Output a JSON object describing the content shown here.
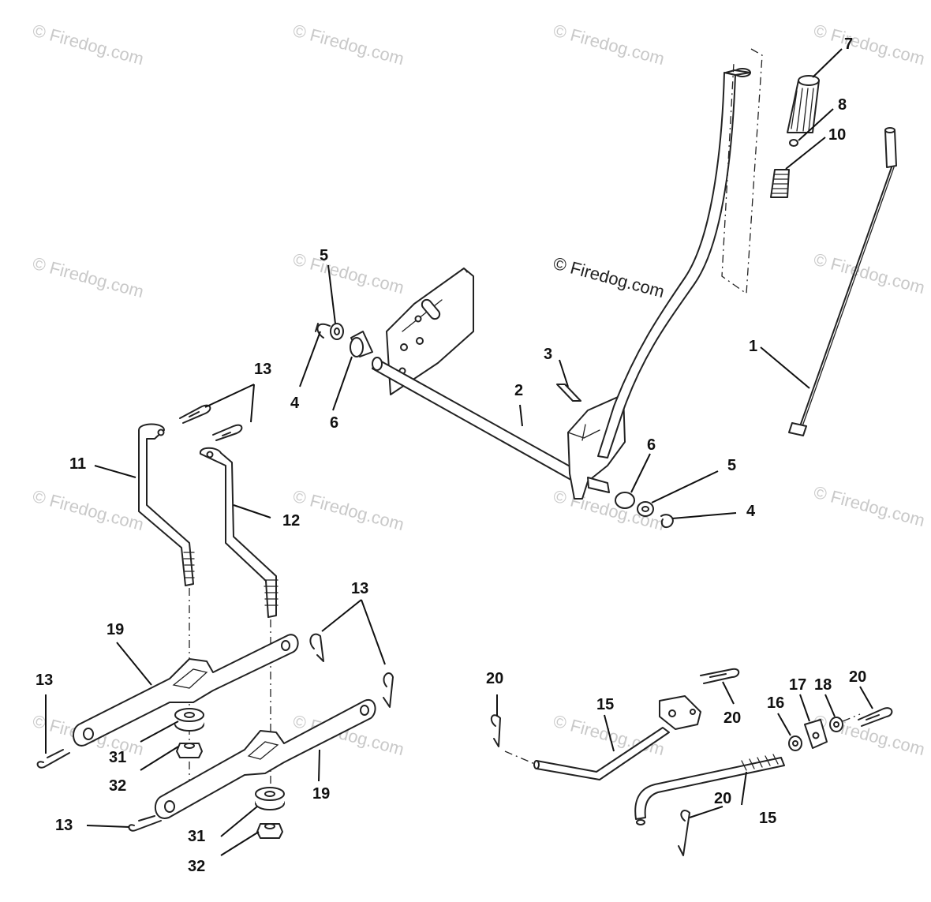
{
  "watermarks": {
    "faint": "© Firedog.com",
    "center": "© Firedog.com"
  },
  "callouts": {
    "c1": "1",
    "c2": "2",
    "c3": "3",
    "c4a": "4",
    "c4b": "4",
    "c5a": "5",
    "c5b": "5",
    "c6a": "6",
    "c6b": "6",
    "c7": "7",
    "c8": "8",
    "c10": "10",
    "c11": "11",
    "c12": "12",
    "c13a": "13",
    "c13b": "13",
    "c13c": "13",
    "c13d": "13",
    "c15a": "15",
    "c15b": "15",
    "c16": "16",
    "c17": "17",
    "c18": "18",
    "c19a": "19",
    "c19b": "19",
    "c20a": "20",
    "c20b": "20",
    "c20c": "20",
    "c20d": "20",
    "c31a": "31",
    "c31b": "31",
    "c32a": "32",
    "c32b": "32"
  }
}
